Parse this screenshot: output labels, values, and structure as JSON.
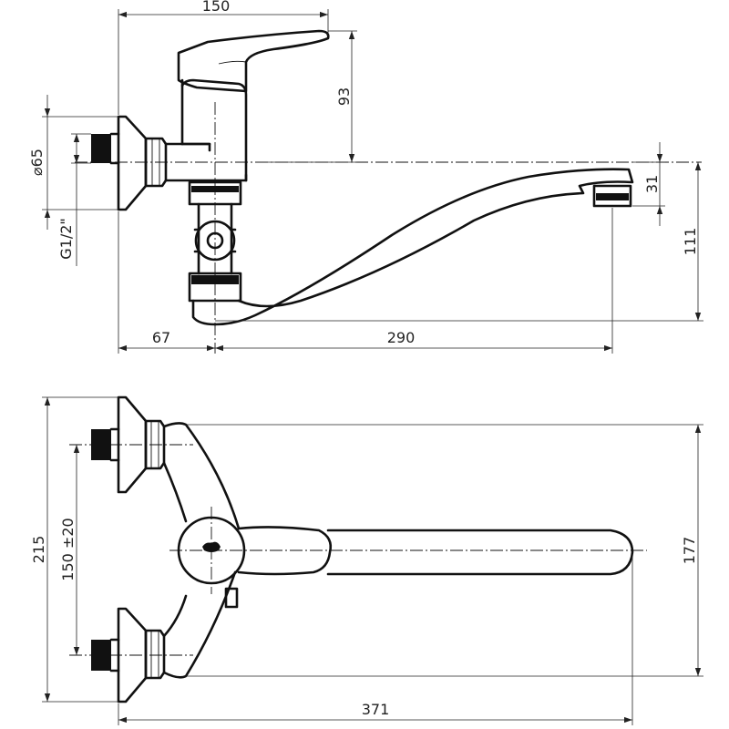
{
  "side_view": {
    "dim_total_width": "150",
    "dim_lever_height": "93",
    "dim_flange_diameter": "⌀65",
    "dim_thread": "G1/2\"",
    "dim_aerator_height": "31",
    "dim_spout_height": "111",
    "dim_inlet_offset": "67",
    "dim_spout_reach": "290"
  },
  "top_view": {
    "dim_total_height": "215",
    "dim_inlet_spacing": "150 ±20",
    "dim_spout_offset": "177",
    "dim_total_length": "371"
  },
  "colors": {
    "line": "#111111",
    "dimension": "#222222",
    "background": "#ffffff"
  }
}
